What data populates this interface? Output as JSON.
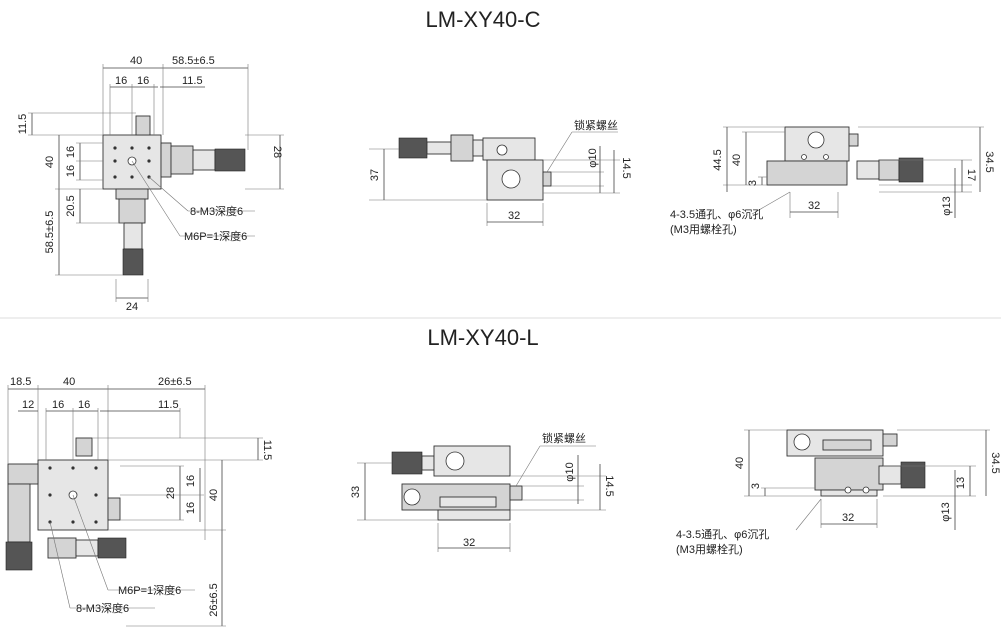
{
  "titles": {
    "top": "LM-XY40-C",
    "bottom": "LM-XY40-L"
  },
  "c_top": {
    "d40": "40",
    "d58_5": "58.5±6.5",
    "d16a": "16",
    "d16b": "16",
    "d11_5h": "11.5",
    "d11_5v": "11.5",
    "d40v": "40",
    "d16c": "16",
    "d16d": "16",
    "d28": "28",
    "d20_5": "20.5",
    "d58_5v": "58.5±6.5",
    "d24": "24",
    "m3": "8-M3深度6",
    "m6": "M6P=1深度6"
  },
  "c_front": {
    "lock": "锁紧螺丝",
    "d37": "37",
    "d10": "φ10",
    "d14_5": "14.5",
    "d32": "32"
  },
  "c_side": {
    "d44_5": "44.5",
    "d40": "40",
    "d3": "3",
    "d32": "32",
    "d17": "17",
    "d34_5": "34.5",
    "d13": "φ13",
    "hole_note": "4-3.5通孔、φ6沉孔",
    "bolt_note": "(M3用螺栓孔)"
  },
  "l_top": {
    "d18_5": "18.5",
    "d40": "40",
    "d26": "26±6.5",
    "d12": "12",
    "d16a": "16",
    "d16b": "16",
    "d11_5h": "11.5",
    "d11_5v": "11.5",
    "d28": "28",
    "d16c": "16",
    "d16d": "16",
    "d40v": "40",
    "m6": "M6P=1深度6",
    "m3": "8-M3深度6",
    "d26v": "26±6.5"
  },
  "l_front": {
    "lock": "锁紧螺丝",
    "d33": "33",
    "d10": "φ10",
    "d14_5": "14.5",
    "d32": "32"
  },
  "l_side": {
    "d40": "40",
    "d3": "3",
    "d32": "32",
    "d13": "13",
    "d34_5": "34.5",
    "d13phi": "φ13",
    "hole_note": "4-3.5通孔、φ6沉孔",
    "bolt_note": "(M3用螺栓孔)"
  }
}
